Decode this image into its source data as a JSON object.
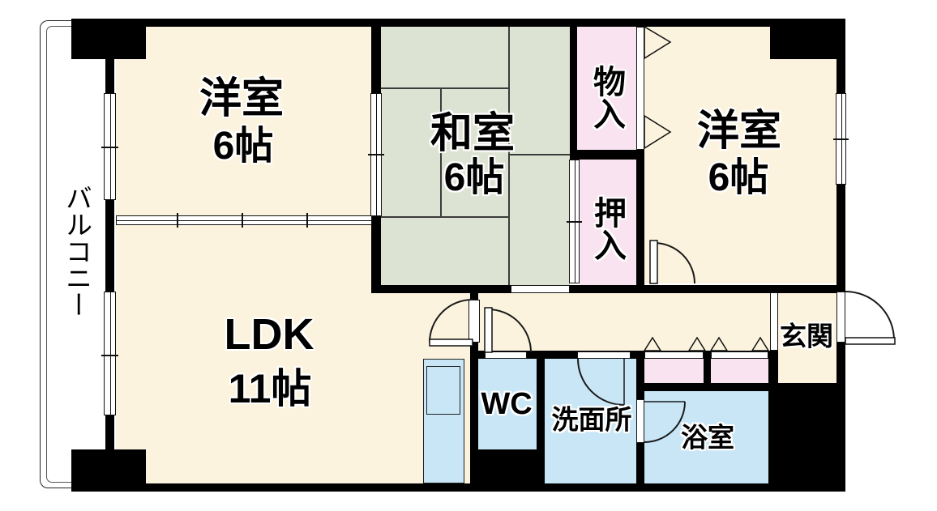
{
  "floor_plan": {
    "balcony": "バルコニー",
    "western_room_1": {
      "name": "洋室",
      "size": "6帖"
    },
    "japanese_room": {
      "name": "和室",
      "size": "6帖"
    },
    "western_room_2": {
      "name": "洋室",
      "size": "6帖"
    },
    "ldk": {
      "name": "LDK",
      "size": "11帖"
    },
    "storage": "物入",
    "closet": "押入",
    "wc": "WC",
    "washroom": "洗面所",
    "bathroom": "浴室",
    "entrance": "玄関"
  },
  "colors": {
    "room_floor": "#FBF3DE",
    "tatami": "#DDE3D2",
    "storage_pink": "#F9E3F1",
    "wet_area_blue": "#C8E6F6",
    "wall": "#000000"
  }
}
